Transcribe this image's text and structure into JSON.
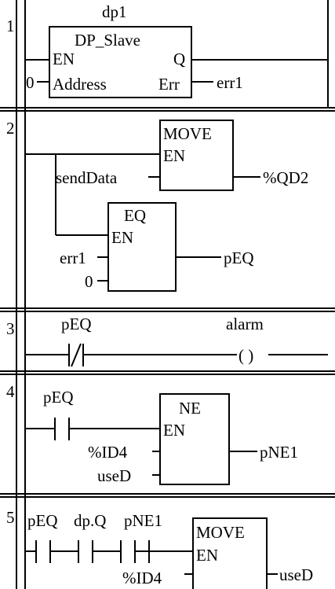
{
  "rungs": [
    {
      "number": "1",
      "instance_name": "dp1",
      "block": {
        "type": "DP_Slave",
        "input_en": "EN",
        "input_address": "Address",
        "output_q": "Q",
        "output_err": "Err"
      },
      "address_value": "0",
      "err_output": "err1"
    },
    {
      "number": "2",
      "move_block": {
        "type": "MOVE",
        "input_en": "EN"
      },
      "move_input": "sendData",
      "move_output": "%QD2",
      "eq_block": {
        "type": "EQ",
        "input_en": "EN"
      },
      "eq_input_1": "err1",
      "eq_input_2": "0",
      "eq_output": "pEQ"
    },
    {
      "number": "3",
      "contact_label": "pEQ",
      "contact_type": "normally-closed",
      "coil_label": "alarm",
      "coil_symbol": "( )"
    },
    {
      "number": "4",
      "contact_label": "pEQ",
      "ne_block": {
        "type": "NE",
        "input_en": "EN"
      },
      "ne_input_1": "%ID4",
      "ne_input_2": "useD",
      "ne_output": "pNE1"
    },
    {
      "number": "5",
      "contacts": [
        "pEQ",
        "dp.Q",
        "pNE1"
      ],
      "move_block": {
        "type": "MOVE",
        "input_en": "EN"
      },
      "move_input": "%ID4",
      "move_output": "useD"
    }
  ]
}
